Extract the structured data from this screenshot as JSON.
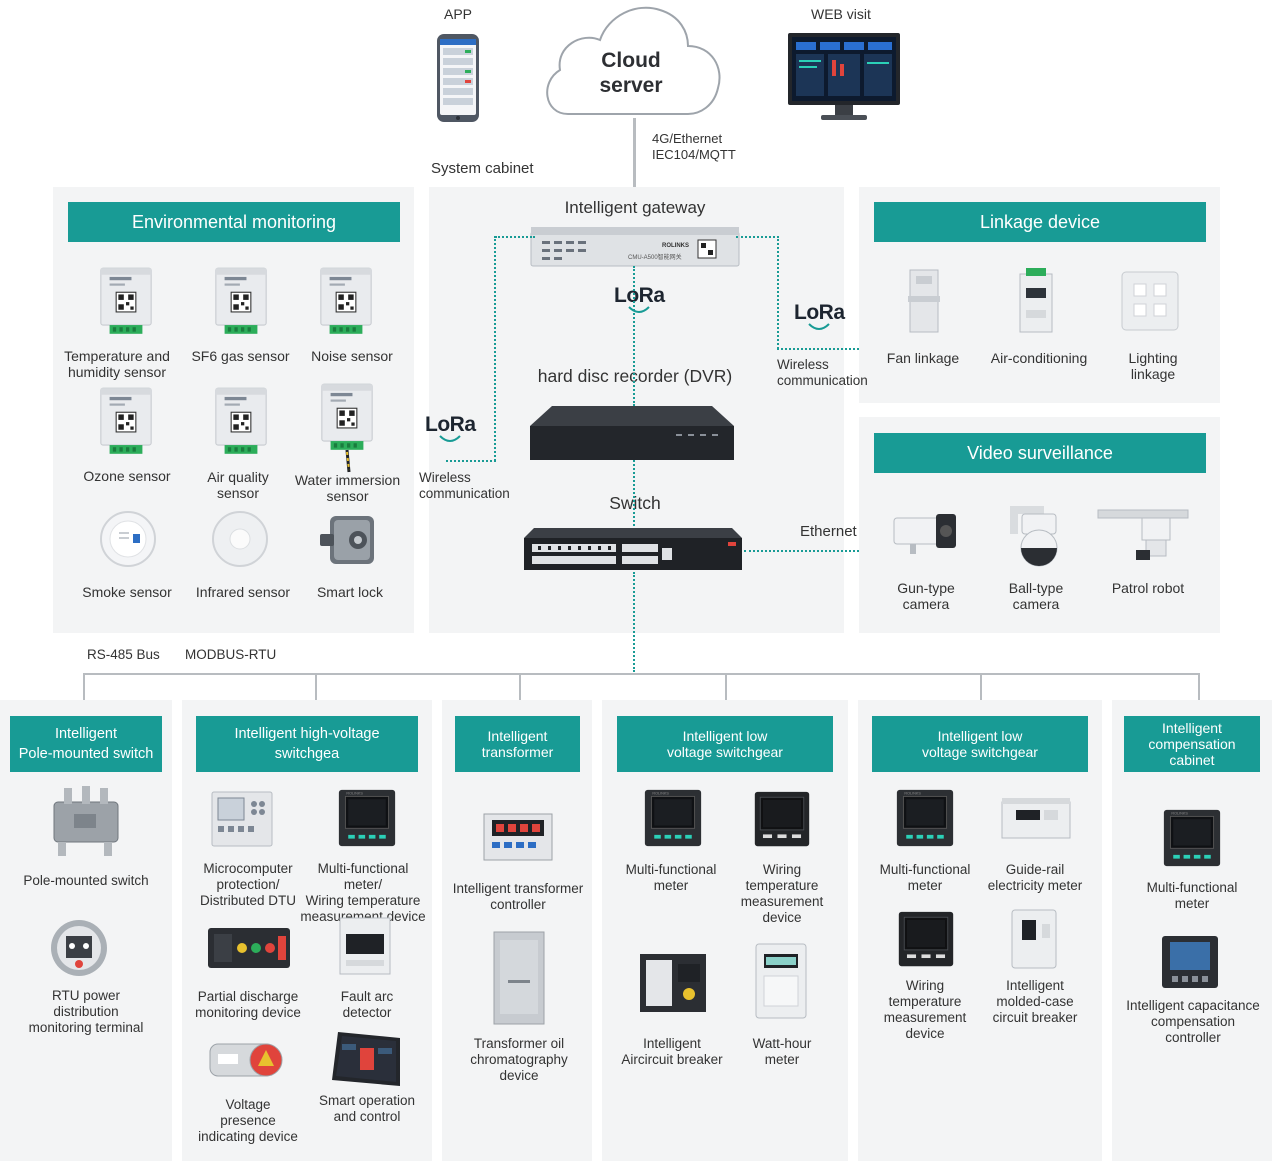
{
  "top": {
    "app_label": "APP",
    "web_label": "WEB visit",
    "cloud_label": "Cloud\nserver",
    "uplink_label": "4G/Ethernet\nIEC104/MQTT",
    "system_cabinet": "System cabinet"
  },
  "center": {
    "gateway": "Intelligent gateway",
    "gateway_brand": "ROLINKS",
    "gateway_model": "CMU-A500智能网关",
    "dvr": "hard disc recorder (DVR)",
    "switch": "Switch",
    "lora": "LoRa",
    "wireless_left": "Wireless\ncommunication",
    "wireless_right": "Wireless\ncommunication",
    "ethernet": "Ethernet"
  },
  "env": {
    "title": "Environmental monitoring",
    "items": [
      "Temperature and\nhumidity sensor",
      "SF6 gas sensor",
      "Noise sensor",
      "Ozone sensor",
      "Air quality\nsensor",
      "Water immersion\nsensor",
      "Smoke sensor",
      "Infrared sensor",
      "Smart lock"
    ]
  },
  "linkage": {
    "title": "Linkage device",
    "items": [
      "Fan linkage",
      "Air-conditioning",
      "Lighting\nlinkage"
    ]
  },
  "video": {
    "title": "Video surveillance",
    "items": [
      "Gun-type\ncamera",
      "Ball-type\ncamera",
      "Patrol robot"
    ]
  },
  "bus": {
    "rs485": "RS-485 Bus",
    "modbus": "MODBUS-RTU"
  },
  "bottom": {
    "pole": {
      "title": "Intelligent\nPole-mounted switch",
      "items": [
        "Pole-mounted switch",
        "RTU power\ndistribution\nmonitoring terminal"
      ]
    },
    "hv": {
      "title": "Intelligent high-voltage\nswitchgea",
      "items": [
        "Microcomputer\nprotection/\nDistributed DTU",
        "Multi-functional meter/\nWiring temperature\nmeasurement device",
        "Partial discharge\nmonitoring device",
        "Fault arc\ndetector",
        "Voltage\npresence\nindicating device",
        "Smart operation\nand control"
      ]
    },
    "transformer": {
      "title": "Intelligent\ntransformer",
      "items": [
        "Intelligent transformer\ncontroller",
        "Transformer oil\nchromatography\ndevice"
      ]
    },
    "lv1": {
      "title": "Intelligent low\nvoltage switchgear",
      "items": [
        "Multi-functional\nmeter",
        "Wiring\ntemperature\nmeasurement\ndevice",
        "Intelligent\nAircircuit breaker",
        "Watt-hour\nmeter"
      ]
    },
    "lv2": {
      "title": "Intelligent low\nvoltage switchgear",
      "items": [
        "Multi-functional\nmeter",
        "Guide-rail\nelectricity meter",
        "Wiring\ntemperature\nmeasurement\ndevice",
        "Intelligent\nmolded-case\ncircuit breaker"
      ]
    },
    "comp": {
      "title": "Intelligent\ncompensation\ncabinet",
      "items": [
        "Multi-functional\nmeter",
        "Intelligent capacitance\ncompensation\ncontroller"
      ]
    }
  },
  "colors": {
    "teal": "#189b95",
    "panel": "#f3f4f5",
    "line": "#b8bcc0"
  }
}
